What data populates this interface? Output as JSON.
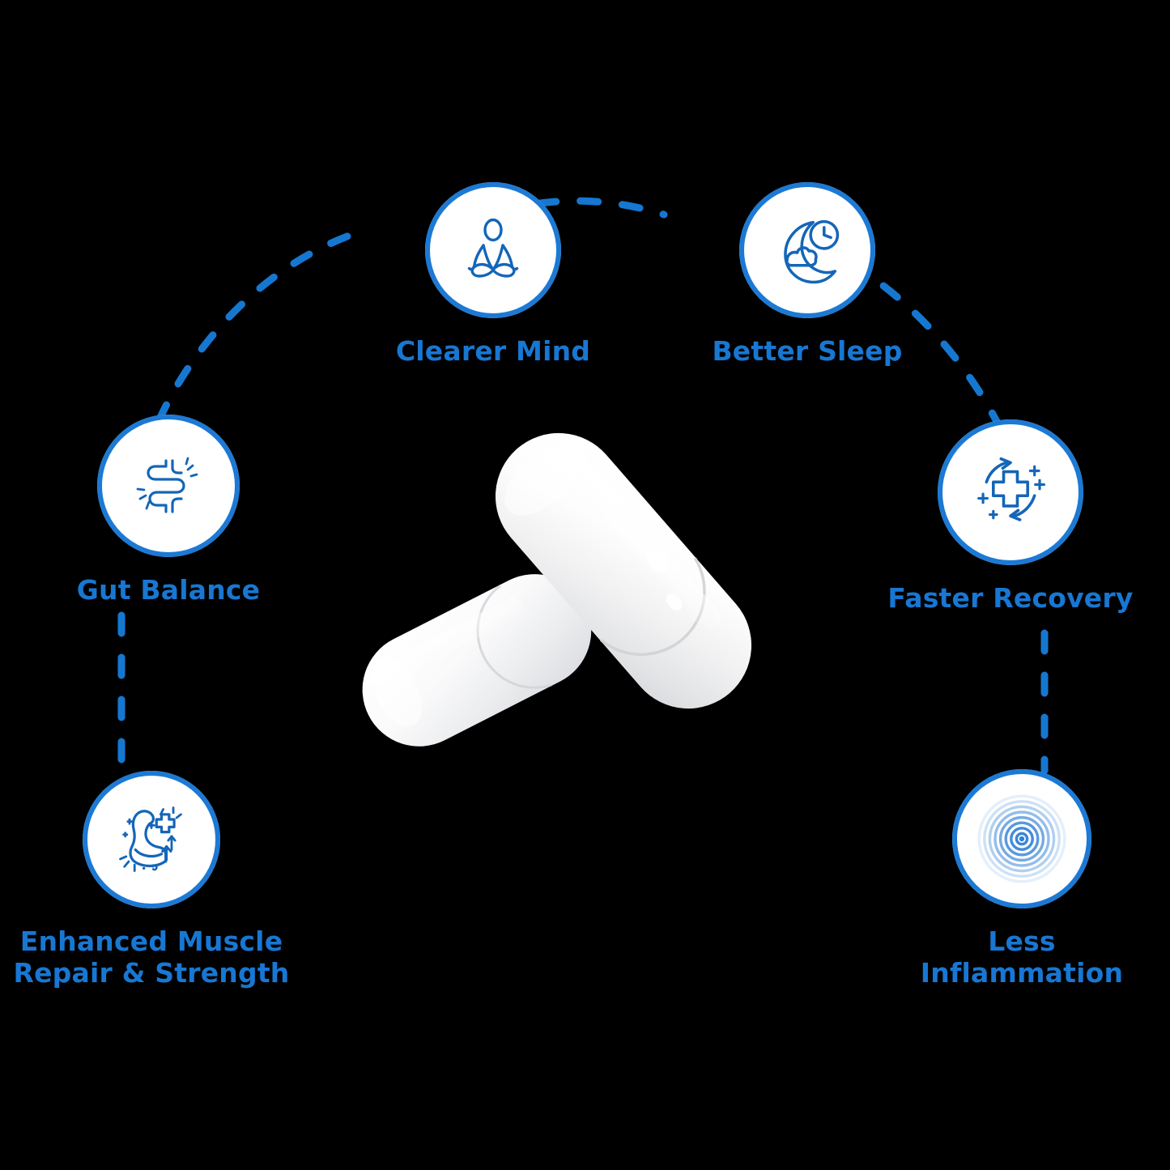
{
  "theme": {
    "background_color": "#000000",
    "accent_blue": "#1877D2",
    "ring_blue": "#1C79D4",
    "icon_blue": "#1466B8",
    "badge_fill": "#FFFFFF",
    "capsule_white": "#FFFFFF"
  },
  "center": {
    "subject": "two-white-capsule-pills",
    "capsule_count": 2
  },
  "nodes": [
    {
      "id": "clearer-mind",
      "label": "Clearer Mind",
      "icon": "meditation-lotus-pose-icon",
      "position": "top-left"
    },
    {
      "id": "better-sleep",
      "label": "Better Sleep",
      "icon": "crescent-moon-clock-cloud-icon",
      "position": "top-right"
    },
    {
      "id": "gut-balance",
      "label": "Gut Balance",
      "icon": "intestine-digestive-tract-icon",
      "position": "mid-left"
    },
    {
      "id": "faster-recovery",
      "label": "Faster Recovery",
      "icon": "medical-cross-rotating-arrows-icon",
      "position": "mid-right"
    },
    {
      "id": "muscle",
      "label": "Enhanced Muscle\nRepair & Strength",
      "icon": "flexing-bicep-medical-cross-up-arrow-icon",
      "position": "bottom-left"
    },
    {
      "id": "inflammation",
      "label": "Less\nInflammation",
      "icon": "concentric-ripple-rings-icon",
      "position": "bottom-right"
    }
  ],
  "connectors": [
    {
      "id": "gut-to-mind",
      "from": "gut-balance",
      "to": "clearer-mind",
      "style": "dashed-arc"
    },
    {
      "id": "mind-to-sleep",
      "from": "clearer-mind",
      "to": "better-sleep",
      "style": "dashed-arc"
    },
    {
      "id": "sleep-to-recovery",
      "from": "better-sleep",
      "to": "faster-recovery",
      "style": "dashed-arc"
    },
    {
      "id": "gut-to-muscle",
      "from": "gut-balance",
      "to": "muscle",
      "style": "dashed-line"
    },
    {
      "id": "recovery-to-inflam",
      "from": "faster-recovery",
      "to": "inflammation",
      "style": "dashed-line"
    }
  ]
}
